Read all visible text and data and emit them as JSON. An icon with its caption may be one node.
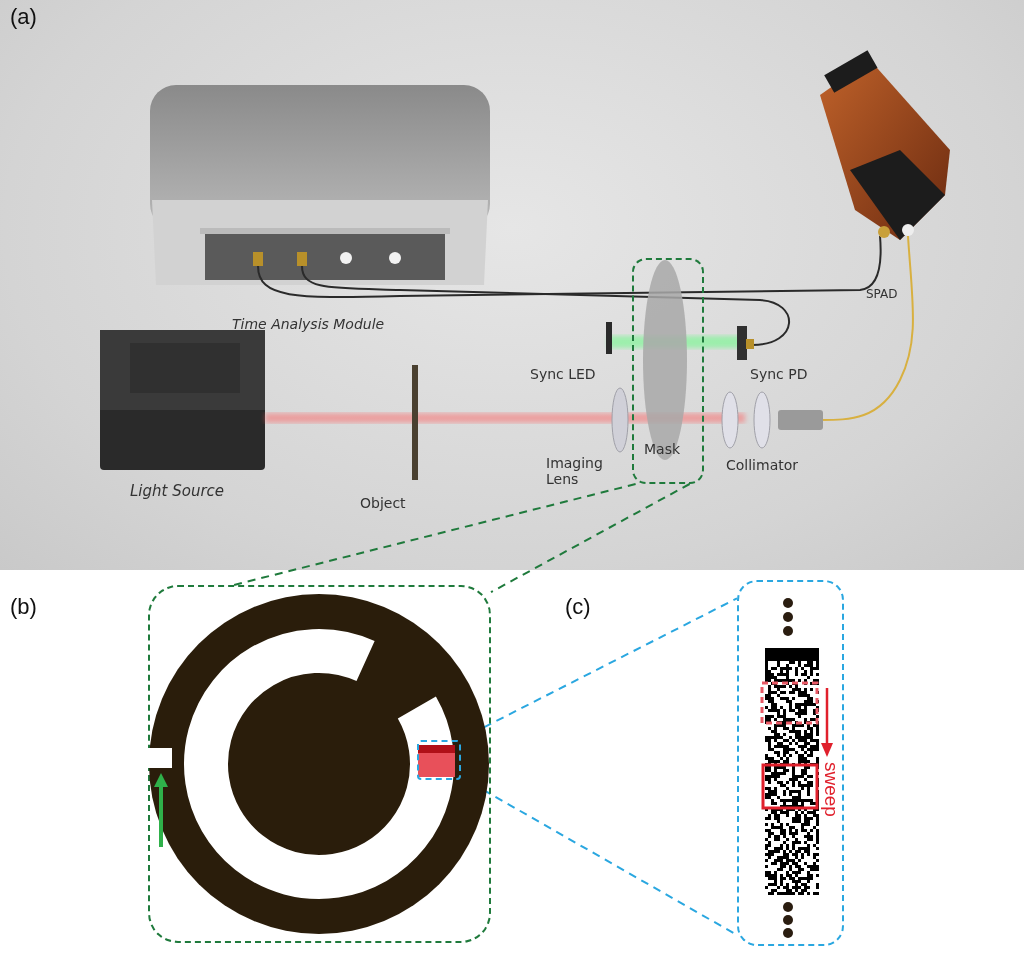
{
  "diagram": {
    "nodes": [
      {
        "text": [],
        "shape": "box"
      },
      {
        "text": [],
        "shape": "box"
      },
      {
        "text": [],
        "shape": "box",
        "in": 1
      },
      {
        "text": [],
        "shape": "box"
      }
    ],
    "edges": [
      {
        "from": 0,
        "to": 1,
        "arrow": "none",
        "style": "dashed",
        "color": "#1f7a3c"
      },
      {
        "from": 0,
        "to": 1,
        "arrow": "none",
        "style": "dashed",
        "color": "#1f7a3c"
      },
      {
        "from": 2,
        "to": 3,
        "arrow": "none",
        "style": "dashed",
        "color": "#2aa7e0"
      },
      {
        "from": 2,
        "to": 3,
        "arrow": "none",
        "style": "dashed",
        "color": "#2aa7e0"
      }
    ],
    "labels": [
      "(a)",
      "Time Analysis Module",
      "SPAD",
      "Sync LED",
      "Sync PD",
      "Imaging Lens",
      "Mask",
      "Collimator",
      "Light Source",
      "Object",
      "(b)",
      "(c)",
      "sweep"
    ]
  }
}
